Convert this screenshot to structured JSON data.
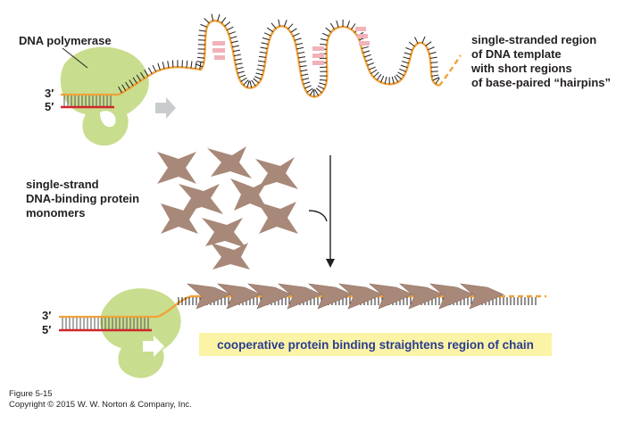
{
  "labels": {
    "dna_polymerase": "DNA polymerase",
    "ss_region": [
      "single-stranded region",
      "of DNA template",
      "with short regions",
      "of base-paired “hairpins”"
    ],
    "ssb_monomers": [
      "single-strand",
      "DNA-binding protein",
      "monomers"
    ],
    "prime3_top": "3′",
    "prime5_top": "5′",
    "prime3_bottom": "3′",
    "prime5_bottom": "5′",
    "caption": "cooperative protein binding straightens region of chain"
  },
  "footer": {
    "figure": "Figure 5-15",
    "copyright": "Copyright © 2015 W. W. Norton & Company, Inc."
  },
  "colors": {
    "polymerase": "#c9dd8e",
    "dna_strand": "#f0a23a",
    "primer": "#d0262b",
    "ssb_protein": "#a88878",
    "hairpin_pair": "#f1b2b9",
    "caption_bg": "#fbf3a6",
    "caption_text": "#2a3d8f",
    "arrow_grey": "#c8cccc"
  }
}
